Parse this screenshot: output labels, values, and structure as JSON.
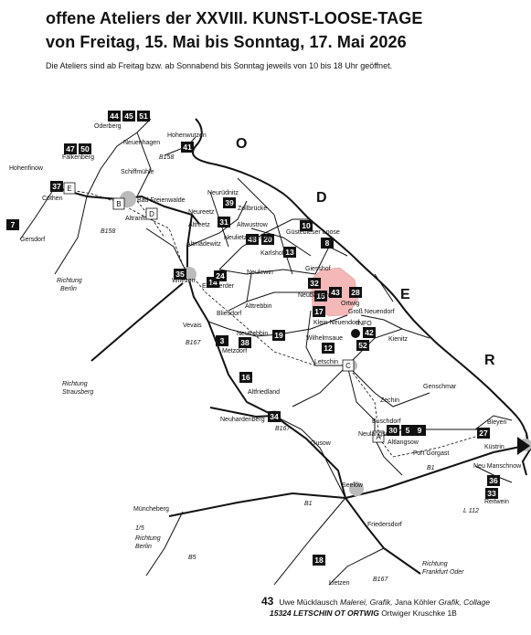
{
  "title": {
    "line1": "offene Ateliers der XXVIII. KUNST-LOOSE-TAGE",
    "line2": "von Freitag, 15. Mai bis Sonntag, 17. Mai 2026",
    "intro": "Die Ateliers sind ab Freitag bzw. ab Sonnabend bis Sonntag jeweils von 10 bis 18 Uhr geöffnet."
  },
  "oder_letters": [
    "O",
    "D",
    "E",
    "R"
  ],
  "badges": [
    "44",
    "45",
    "51",
    "41",
    "47",
    "50",
    "37",
    "7",
    "39",
    "31",
    "48",
    "20",
    "13",
    "10",
    "8",
    "14",
    "35",
    "24",
    "32",
    "15",
    "43",
    "28",
    "17",
    "42",
    "52",
    "19",
    "3",
    "38",
    "12",
    "16",
    "34",
    "30",
    "5",
    "9",
    "27",
    "36",
    "33",
    "18"
  ],
  "box_letters": [
    "E",
    "B",
    "D",
    "C",
    "A"
  ],
  "places": [
    "Oderberg",
    "Hohenwutzen",
    "Neuenhagen",
    "Falkenberg",
    "Schiffmühle",
    "Hohenfinow",
    "Cöthen",
    "Bad Freienwalde",
    "Altranft",
    "Gersdorf",
    "Neurüdnitz",
    "Neureetz",
    "Altreetz",
    "Zollbrücke",
    "Altwustrow",
    "Güstebieser Loose",
    "Neulietzegöricke",
    "Karlshof",
    "Altmädewitz",
    "Neulewin",
    "Giesshof",
    "Wriezen",
    "Eichwerder",
    "Neubarnim",
    "Ortwig",
    "Groß Neuendorf",
    "Alttrebbin",
    "Bliesdorf",
    "Klein Neuendorf",
    "INFO",
    "Vevais",
    "Neutrebbin",
    "Wilhelmsaue",
    "Kienitz",
    "Metzdorf",
    "Letschin",
    "Altfriedland",
    "Zechin",
    "Genschmar",
    "Buschdorf",
    "Neuhardenberg",
    "Neulangsow",
    "Altlangsow",
    "Bleyen",
    "Küstrin",
    "Gusow",
    "Fort Gorgast",
    "Neu Manschnow",
    "Reitwein",
    "Seelow",
    "Müncheberg",
    "Friedersdorf",
    "Lietzen"
  ],
  "road_labels": [
    "B158",
    "B158",
    "B167",
    "B167",
    "B167",
    "B1",
    "B1",
    "B5",
    "1/5",
    "L 112"
  ],
  "directions": [
    {
      "line1": "Richtung",
      "line2": "Berlin"
    },
    {
      "line1": "Richtung",
      "line2": "Strausberg"
    },
    {
      "line1": "Richtung",
      "line2": "Berlin"
    },
    {
      "line1": "Richtung",
      "line2": "Frankfurt Oder"
    }
  ],
  "footer": {
    "number": "43",
    "line1_a": "Uwe Mücklausch",
    "line1_b": "Malerei, Grafik,",
    "line1_c": "Jana Köhler",
    "line1_d": "Grafik, Collage",
    "line2_a": "15324 LETSCHIN OT ORTWIG",
    "line2_b": "Ortwiger Kruschke 1B"
  },
  "colors": {
    "highlight": "#f4b8b8",
    "river": "#000000",
    "map_line": "#111111"
  }
}
